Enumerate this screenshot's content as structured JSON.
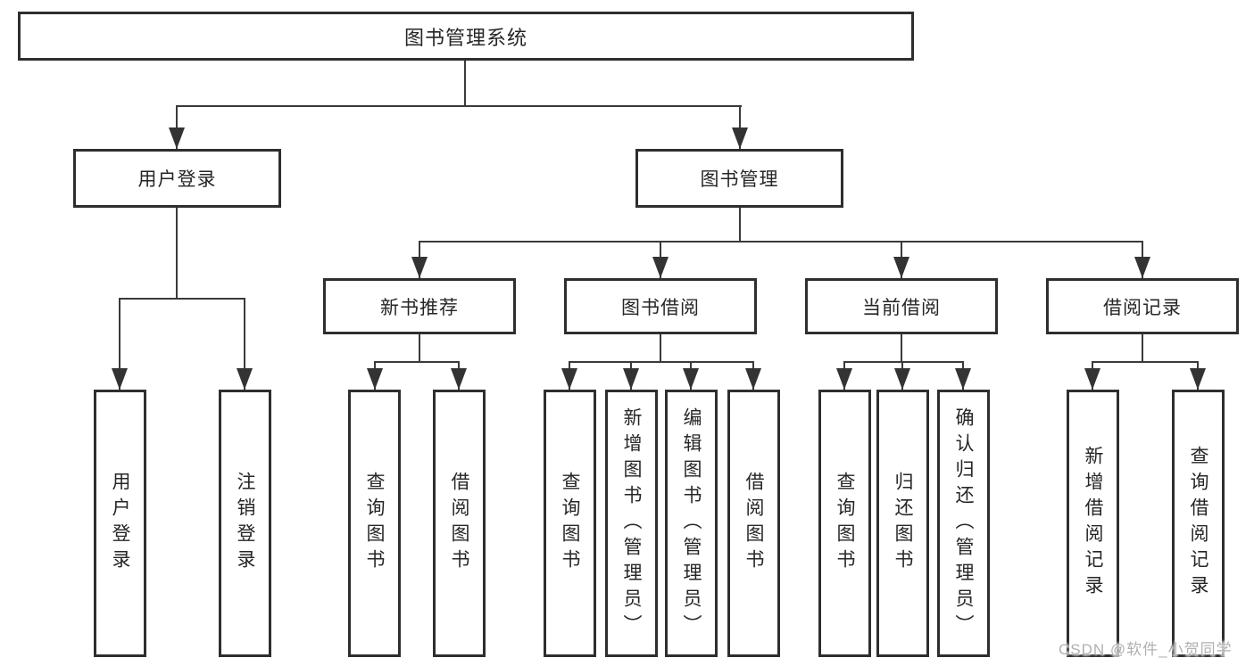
{
  "diagram": {
    "root": {
      "label": "图书管理系统"
    },
    "level2": [
      {
        "label": "用户登录"
      },
      {
        "label": "图书管理"
      }
    ],
    "level3": [
      {
        "label": "新书推荐",
        "parent": "图书管理"
      },
      {
        "label": "图书借阅",
        "parent": "图书管理"
      },
      {
        "label": "当前借阅",
        "parent": "图书管理"
      },
      {
        "label": "借阅记录",
        "parent": "图书管理"
      }
    ],
    "leaves": [
      {
        "label": "用户登录",
        "parent": "用户登录"
      },
      {
        "label": "注销登录",
        "parent": "用户登录"
      },
      {
        "label": "查询图书",
        "parent": "新书推荐"
      },
      {
        "label": "借阅图书",
        "parent": "新书推荐"
      },
      {
        "label": "查询图书",
        "parent": "图书借阅"
      },
      {
        "label": "新增图书（管理员）",
        "parent": "图书借阅"
      },
      {
        "label": "编辑图书（管理员）",
        "parent": "图书借阅"
      },
      {
        "label": "借阅图书",
        "parent": "图书借阅"
      },
      {
        "label": "查询图书",
        "parent": "当前借阅"
      },
      {
        "label": "归还图书",
        "parent": "当前借阅"
      },
      {
        "label": "确认归还（管理员）",
        "parent": "当前借阅"
      },
      {
        "label": "新增借阅记录",
        "parent": "借阅记录"
      },
      {
        "label": "查询借阅记录",
        "parent": "借阅记录"
      }
    ]
  },
  "watermark": {
    "text": "CSDN @软件_小贺同学"
  },
  "colors": {
    "box_border": "#2e2e2e",
    "connector_line": "#3a3a3a",
    "arrow": "#333333",
    "text": "#262626",
    "watermark_text": "#b0b0b0",
    "background": "#ffffff"
  }
}
